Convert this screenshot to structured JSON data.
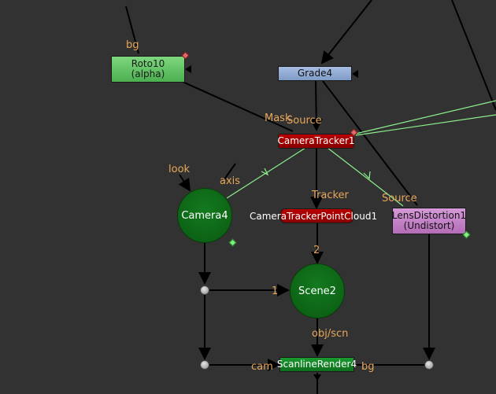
{
  "nodes": {
    "roto": {
      "line1": "Roto10",
      "line2": "(alpha)"
    },
    "grade": {
      "label": "Grade4"
    },
    "tracker": {
      "label": "CameraTracker1"
    },
    "pointcloud": {
      "label": "CameraTrackerPointCloud1"
    },
    "lens": {
      "line1": "LensDistortion1",
      "line2": "(Undistort)"
    },
    "camera": {
      "label": "Camera4"
    },
    "scene": {
      "label": "Scene2"
    },
    "scanline": {
      "label": "ScanlineRender4"
    }
  },
  "inputs": {
    "roto_bg": "bg",
    "tracker_mask": "Mask",
    "tracker_source": "Source",
    "camera_look": "look",
    "camera_axis": "axis",
    "pointcloud_tracker": "Tracker",
    "lens_source": "Source",
    "scene_input_1": "1",
    "scene_input_2": "2",
    "scanline_obj": "obj/scn",
    "scanline_cam": "cam",
    "scanline_bg": "bg"
  },
  "colors": {
    "background": "#323232",
    "wire": "#000000",
    "wire_selected": "#8cf08c",
    "input_label": "#e8a75a"
  }
}
